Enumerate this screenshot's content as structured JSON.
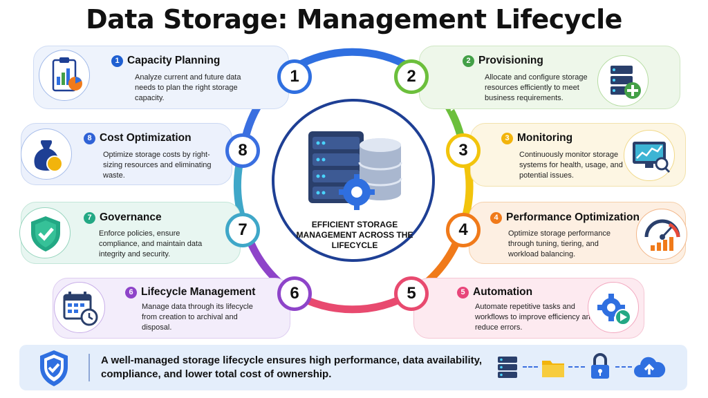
{
  "title": "Data Storage: Management Lifecycle",
  "center": {
    "label": "EFFICIENT STORAGE MANAGEMENT ACROSS THE LIFECYCLE"
  },
  "steps": [
    {
      "number": "1",
      "heading": "Capacity Planning",
      "description": "Analyze current and future data needs to plan the right storage capacity.",
      "color": "#1f5fd1",
      "icon": "clipboard-chart-icon"
    },
    {
      "number": "2",
      "heading": "Provisioning",
      "description": "Allocate and configure storage resources efficiently to meet business requirements.",
      "color": "#43a047",
      "icon": "server-add-icon"
    },
    {
      "number": "3",
      "heading": "Monitoring",
      "description": "Continuously monitor storage systems for health, usage, and potential issues.",
      "color": "#f2b40c",
      "icon": "monitor-chart-icon"
    },
    {
      "number": "4",
      "heading": "Performance Optimization",
      "description": "Optimize storage performance through tuning, tiering, and workload balancing.",
      "color": "#f07a1a",
      "icon": "gauge-icon"
    },
    {
      "number": "5",
      "heading": "Automation",
      "description": "Automate repetitive tasks and workflows to improve efficiency and reduce errors.",
      "color": "#e8457a",
      "icon": "gear-play-icon"
    },
    {
      "number": "6",
      "heading": "Lifecycle Management",
      "description": "Manage data through its lifecycle from creation to archival and disposal.",
      "color": "#8e44c9",
      "icon": "calendar-clock-icon"
    },
    {
      "number": "7",
      "heading": "Governance",
      "description": "Enforce policies, ensure compliance, and maintain data integrity and security.",
      "color": "#23a884",
      "icon": "shield-check-icon"
    },
    {
      "number": "8",
      "heading": "Cost Optimization",
      "description": "Optimize storage costs by right-sizing resources and eliminating waste.",
      "color": "#2f62d6",
      "icon": "money-bag-icon"
    }
  ],
  "footer": {
    "text": "A well-managed storage lifecycle ensures high performance, data availability, compliance, and lower total cost of ownership.",
    "icons": [
      "shield-check-icon",
      "server-icon",
      "folder-icon",
      "lock-icon",
      "cloud-upload-icon"
    ]
  }
}
